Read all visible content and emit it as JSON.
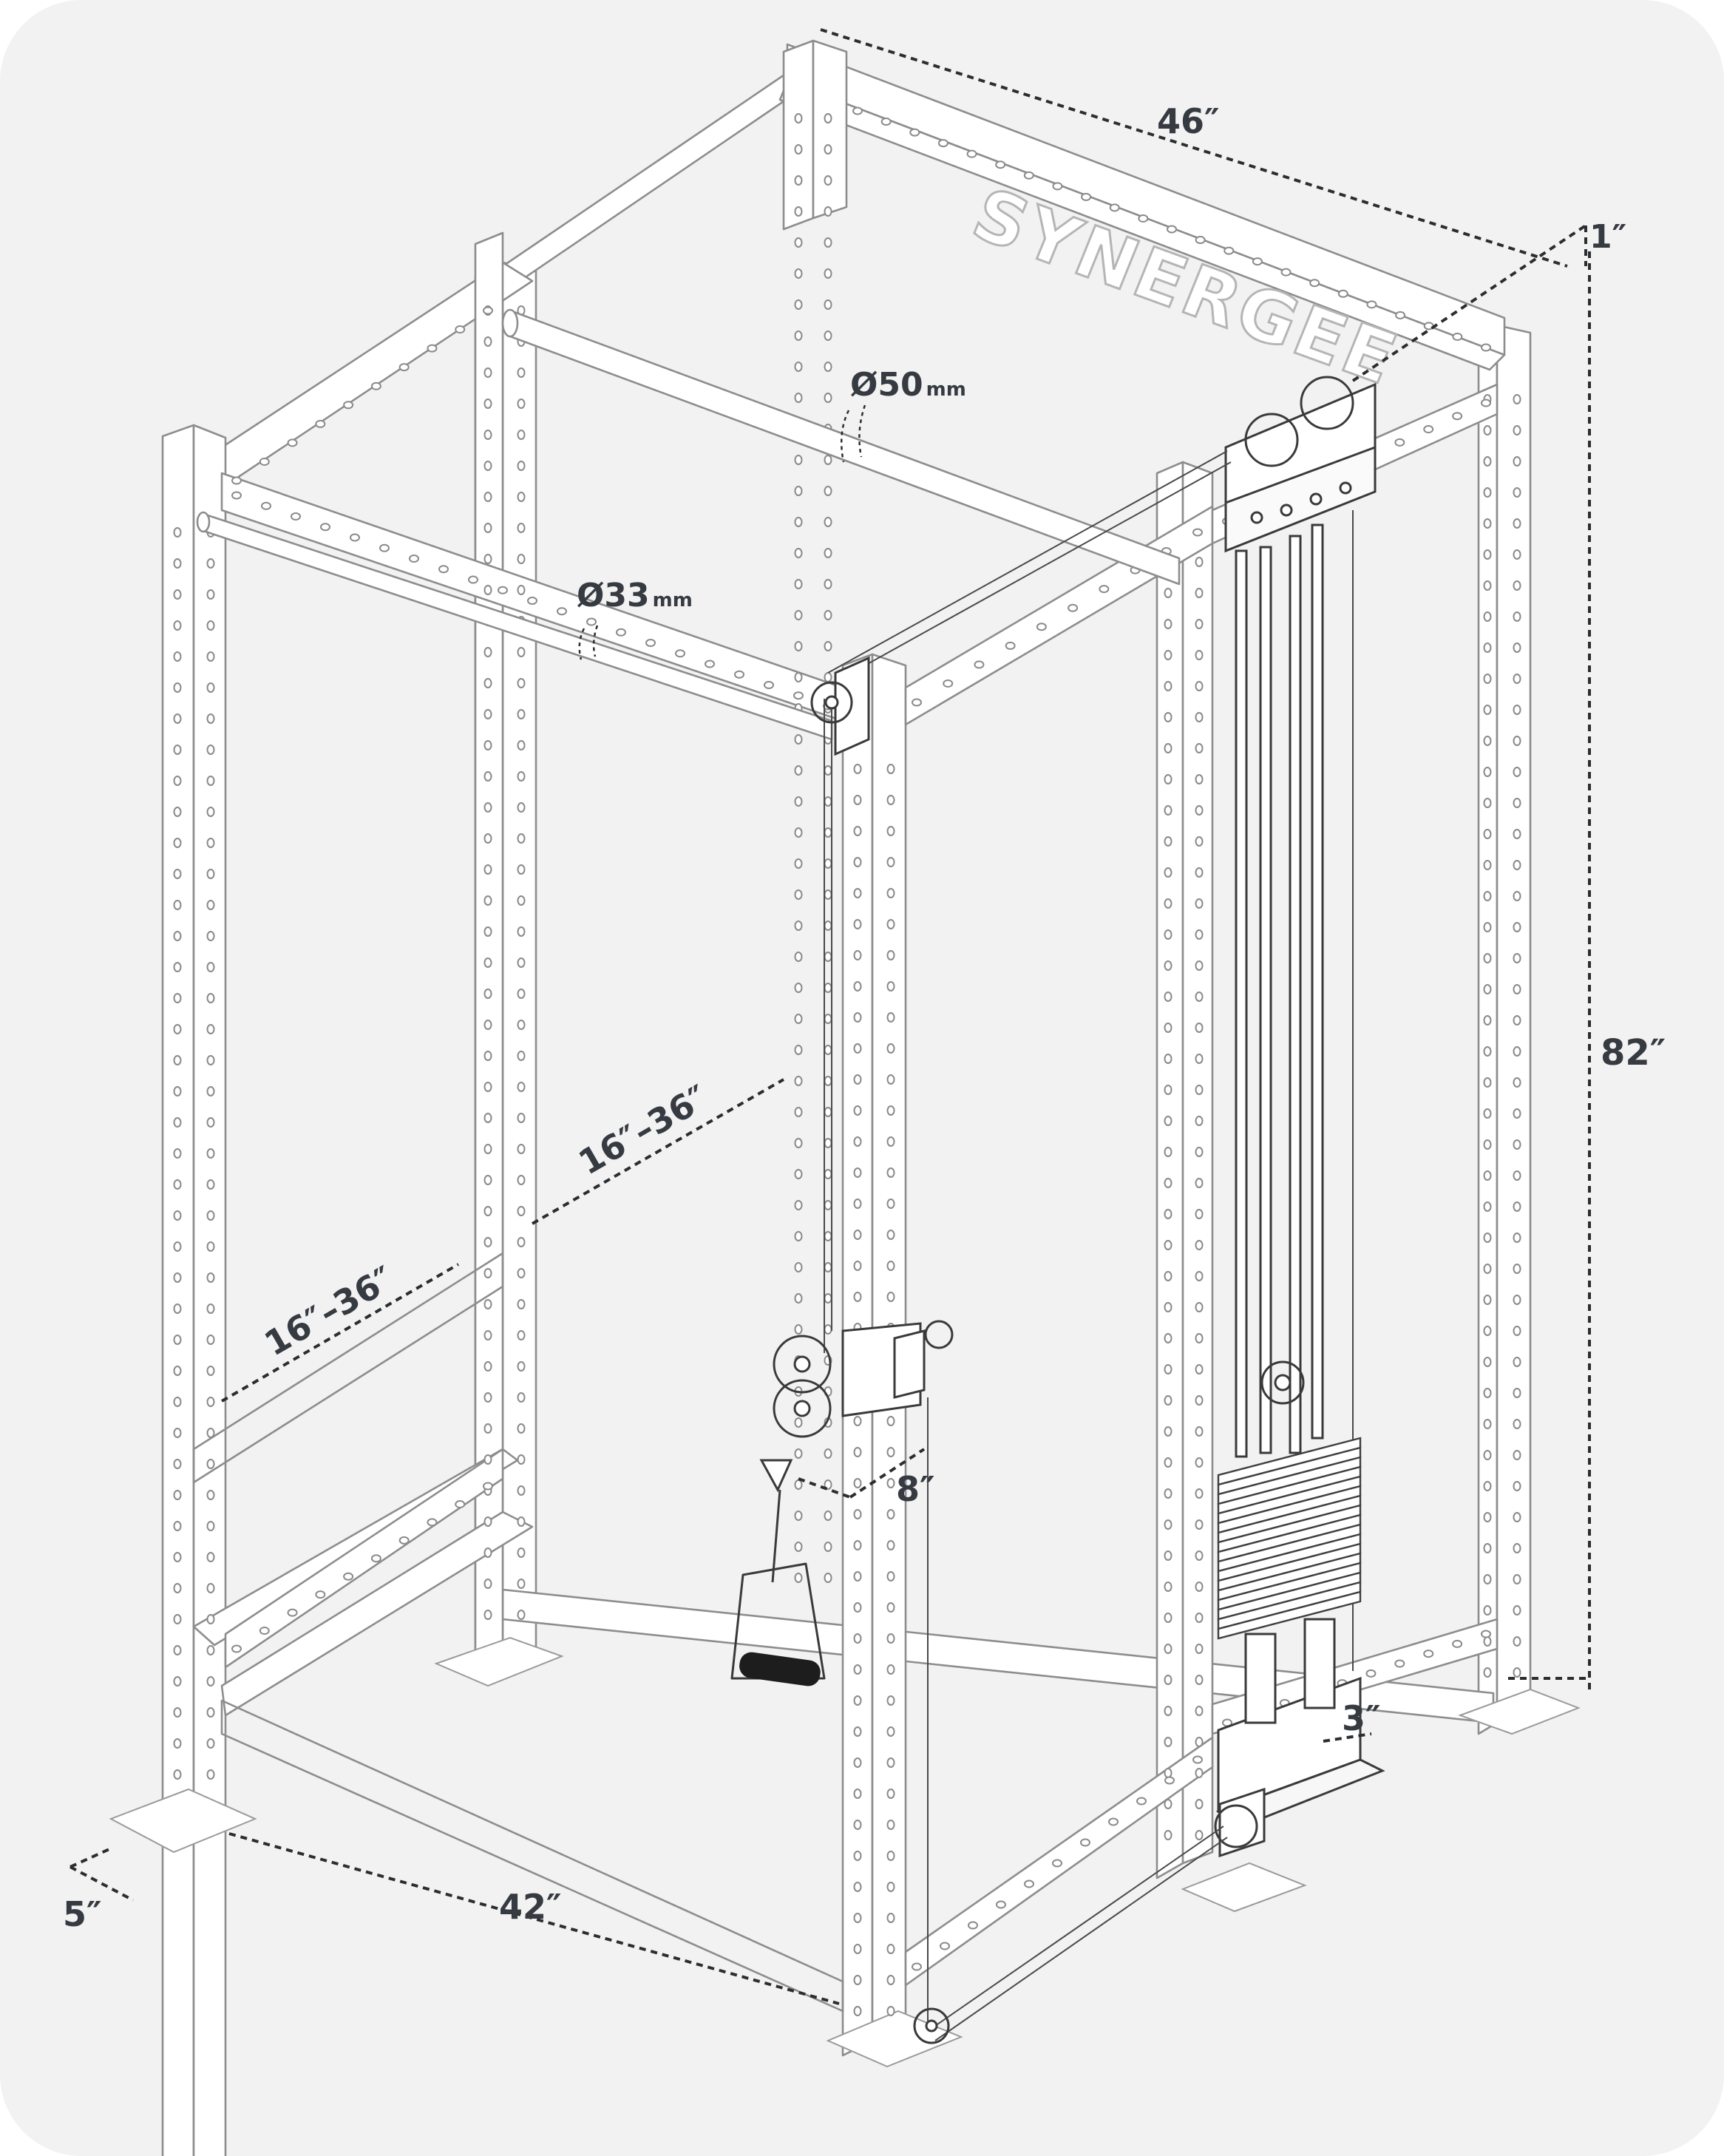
{
  "brand": {
    "logo_text": "SYNERGEE"
  },
  "dimensions": {
    "rack_width": "46″",
    "top_offset": "1″",
    "pullup_bar_diameter": "Ø50",
    "pullup_bar_unit": "mm",
    "front_bar_diameter": "Ø33",
    "front_bar_unit": "mm",
    "height": "82″",
    "adjustable_right": "16″–36″",
    "adjustable_left": "16″–36″",
    "pulley_offset": "8″",
    "bottom_offset": "3″",
    "foot_plate": "5″",
    "depth": "42″"
  },
  "colors": {
    "background": "#f2f2f2",
    "frame_stroke": "#8d8d8d",
    "dimension": "#363a41"
  }
}
